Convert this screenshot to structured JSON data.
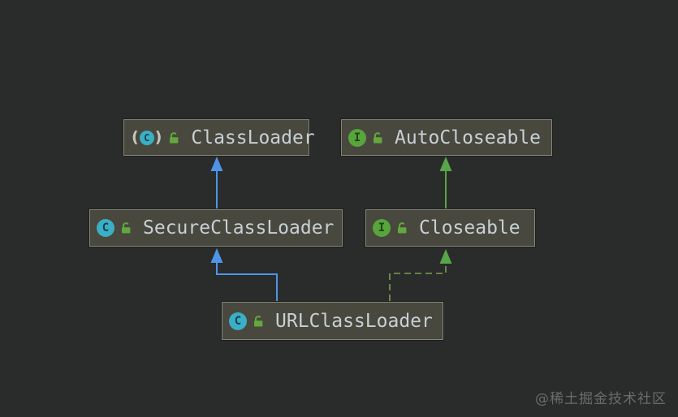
{
  "diagram_type": "uml-class-inheritance-diagram",
  "colors": {
    "canvas_bg": "#2a2b2b",
    "node_fill": "#48483f",
    "node_border": "#84887b",
    "node_text": "#c7d0d4",
    "extends_class_arrow": "#4e94e8",
    "extends_interface_arrow": "#57a648",
    "implements_arrow": "#7ba052",
    "class_icon_bg": "#3bafc4",
    "class_icon_letter": "#173f52",
    "interface_icon_bg": "#57a53b",
    "interface_icon_letter": "#1f4517",
    "lock_icon": "#63a73e",
    "paren_color": "#c2c6bf",
    "watermark_text_color": "#6b6b6b"
  },
  "nodes": [
    {
      "label": "ClassLoader",
      "kind": "abstract-class",
      "icon_letter": "C",
      "visibility": "public"
    },
    {
      "label": "AutoCloseable",
      "kind": "interface",
      "icon_letter": "I",
      "visibility": "public"
    },
    {
      "label": "SecureClassLoader",
      "kind": "class",
      "icon_letter": "C",
      "visibility": "public"
    },
    {
      "label": "Closeable",
      "kind": "interface",
      "icon_letter": "I",
      "visibility": "public"
    },
    {
      "label": "URLClassLoader",
      "kind": "class",
      "icon_letter": "C",
      "visibility": "public"
    }
  ],
  "edges": [
    {
      "from": "SecureClassLoader",
      "to": "ClassLoader",
      "relation": "extends",
      "line": "solid",
      "color_role": "extends_class_arrow"
    },
    {
      "from": "Closeable",
      "to": "AutoCloseable",
      "relation": "extends",
      "line": "solid",
      "color_role": "extends_interface_arrow"
    },
    {
      "from": "URLClassLoader",
      "to": "SecureClassLoader",
      "relation": "extends",
      "line": "solid",
      "color_role": "extends_class_arrow"
    },
    {
      "from": "URLClassLoader",
      "to": "Closeable",
      "relation": "implements",
      "line": "dashed",
      "color_role": "implements_arrow"
    }
  ],
  "watermark": {
    "text": "@稀土掘金技术社区"
  }
}
